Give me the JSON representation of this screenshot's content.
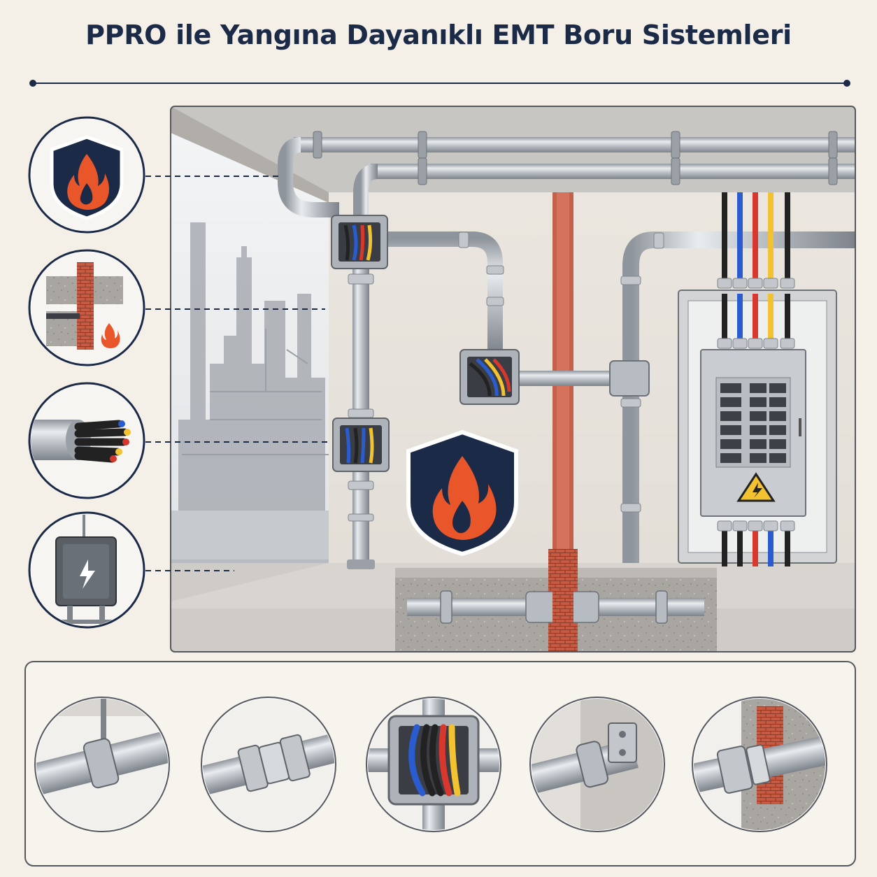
{
  "title": "PPRO ile Yangına Dayanıklı EMT Boru Sistemleri",
  "callouts": [
    {
      "id": "fire-shield",
      "icon": "fire-shield-icon"
    },
    {
      "id": "firestop-wall",
      "icon": "firestop-wall-icon"
    },
    {
      "id": "cable-bundle",
      "icon": "cable-bundle-icon"
    },
    {
      "id": "junction-box",
      "icon": "junction-box-icon"
    }
  ],
  "details": [
    {
      "id": "pipe-hanger",
      "icon": "pipe-hanger-icon"
    },
    {
      "id": "pipe-coupling",
      "icon": "pipe-coupling-icon"
    },
    {
      "id": "junction-box-open",
      "icon": "open-junction-box-icon"
    },
    {
      "id": "wall-strap",
      "icon": "wall-strap-icon"
    },
    {
      "id": "firestop-penetration",
      "icon": "firestop-penetration-icon"
    }
  ],
  "colors": {
    "navy": "#1b2a47",
    "fire": "#e8562a",
    "firestop": "#c5604a",
    "pipe": "#b4b9c0",
    "cable_blue": "#2a5ccf",
    "cable_red": "#d8372e",
    "cable_yellow": "#f2c230",
    "cable_black": "#222222"
  }
}
